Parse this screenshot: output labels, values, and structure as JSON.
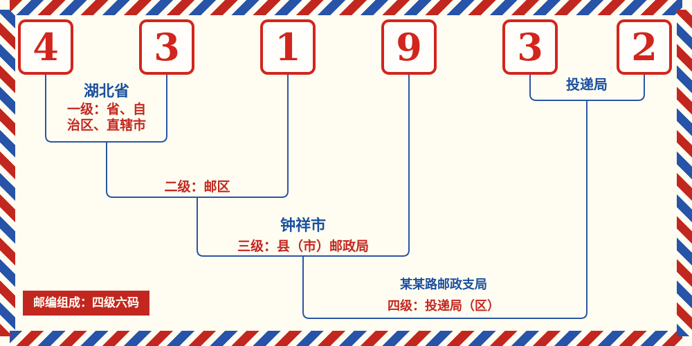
{
  "postal_code": {
    "digits": [
      "4",
      "3",
      "1",
      "9",
      "3",
      "2"
    ]
  },
  "labels": {
    "province_name": "湖北省",
    "level1_line1": "一级：省、自",
    "level1_line2": "治区、直辖市",
    "level2": "二级：邮区",
    "city_name": "钟祥市",
    "level3": "三级：县（市）邮政局",
    "branch_name": "某某路邮政支局",
    "level4": "四级：投递局（区）",
    "delivery_office": "投递局",
    "composition_badge": "邮编组成：四级六码"
  },
  "colors": {
    "stripe_red": "#c2271f",
    "stripe_blue": "#2753a8",
    "digit_red": "#d2251d",
    "line_blue": "#2a55a5",
    "name_blue": "#1a4f9e",
    "background": "#fffdf2"
  }
}
